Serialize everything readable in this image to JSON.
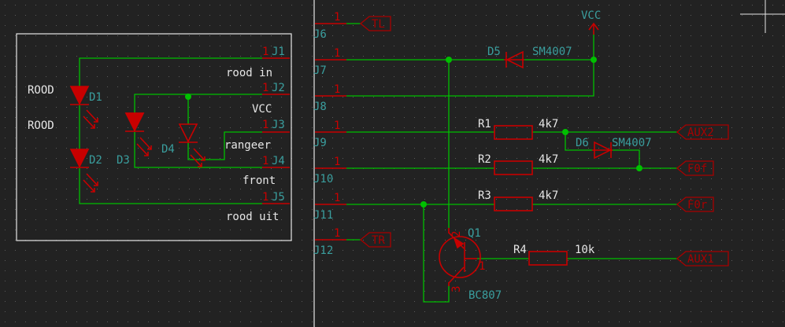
{
  "colors": {
    "background": "#222222",
    "grid_dot": "#5a5a5a",
    "wire": "#00c000",
    "component_body": "#c80000",
    "net_label": "#a80000",
    "reference": "#3a9e9e",
    "value_text": "#3a9e9e",
    "label_text": "#e6e6e6",
    "frame": "#e6e6e6"
  },
  "connectors": [
    {
      "ref": "J1",
      "pin": "1",
      "label": "rood in"
    },
    {
      "ref": "J2",
      "pin": "1",
      "label": "VCC"
    },
    {
      "ref": "J3",
      "pin": "1",
      "label": "rangeer"
    },
    {
      "ref": "J4",
      "pin": "1",
      "label": "front"
    },
    {
      "ref": "J5",
      "pin": "1",
      "label": "rood uit"
    },
    {
      "ref": "J6",
      "pin": "1"
    },
    {
      "ref": "J7",
      "pin": "1"
    },
    {
      "ref": "J8",
      "pin": "1"
    },
    {
      "ref": "J9",
      "pin": "1"
    },
    {
      "ref": "J10",
      "pin": "1"
    },
    {
      "ref": "J11",
      "pin": "1"
    },
    {
      "ref": "J12",
      "pin": "1"
    }
  ],
  "leds": [
    {
      "ref": "D1",
      "text": "ROOD"
    },
    {
      "ref": "D2",
      "text": "ROOD"
    },
    {
      "ref": "D3"
    },
    {
      "ref": "D4"
    }
  ],
  "diodes": [
    {
      "ref": "D5",
      "value": "SM4007"
    },
    {
      "ref": "D6",
      "value": "SM4007"
    }
  ],
  "resistors": [
    {
      "ref": "R1",
      "value": "4k7"
    },
    {
      "ref": "R2",
      "value": "4k7"
    },
    {
      "ref": "R3",
      "value": "4k7"
    },
    {
      "ref": "R4",
      "value": "10k"
    }
  ],
  "transistor": {
    "ref": "Q1",
    "value": "BC807",
    "pins": [
      "1",
      "2",
      "3"
    ]
  },
  "power": {
    "name": "VCC"
  },
  "net_labels": [
    {
      "name": "TL"
    },
    {
      "name": "TR"
    },
    {
      "name": "AUX2"
    },
    {
      "name": "F0f"
    },
    {
      "name": "F0r"
    },
    {
      "name": "AUX1"
    }
  ]
}
